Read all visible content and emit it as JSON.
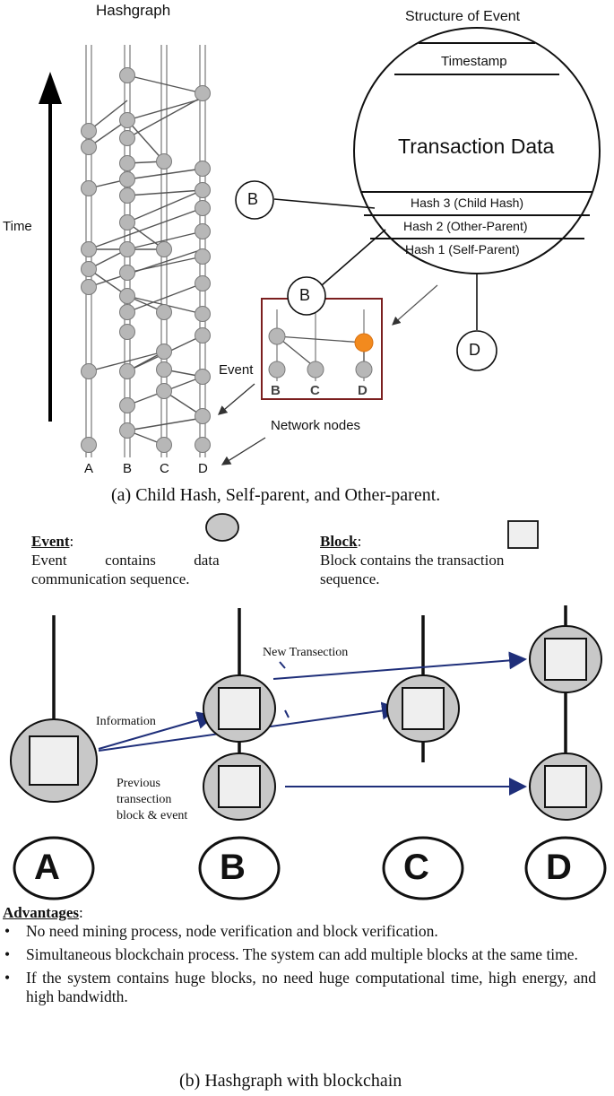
{
  "part_a": {
    "hashgraph_title": "Hashgraph",
    "time_label": "Time",
    "node_labels": [
      "A",
      "B",
      "C",
      "D"
    ],
    "event_label": "Event",
    "network_nodes_label": "Network nodes",
    "inset_labels": [
      "B",
      "C",
      "D"
    ],
    "structure_title": "Structure of Event",
    "fields": {
      "timestamp": "Timestamp",
      "transaction_data": "Transaction Data",
      "hash3": "Hash 3 (Child Hash)",
      "hash2": "Hash  2 (Other-Parent)",
      "hash1": "Hash  1 (Self-Parent)"
    },
    "callouts": [
      "B",
      "B",
      "D"
    ],
    "caption": "(a)    Child Hash, Self-parent, and Other-parent.",
    "accent_color": "#f28a1e"
  },
  "part_b": {
    "event_legend": {
      "title": "Event",
      "colon": ":",
      "text_line1": "Event          contains          data",
      "text_line2": "communication sequence."
    },
    "block_legend": {
      "title": "Block",
      "colon": ":",
      "text_line1": "Block contains the transaction",
      "text_line2": "sequence."
    },
    "labels": {
      "new_transaction": "New Transection",
      "information": "Information",
      "previous_line1": "Previous",
      "previous_line2": "transection",
      "previous_line3": "block & event"
    },
    "node_labels": [
      "A",
      "B",
      "C",
      "D"
    ],
    "advantages_title": "Advantages",
    "advantages_colon": ":",
    "advantages": [
      "No need mining process, node verification and block verification.",
      "Simultaneous blockchain process. The system can add multiple blocks at the same time.",
      "If the system contains huge blocks, no need huge computational time, high energy, and high bandwidth."
    ],
    "bullet": "•",
    "caption": "(b)    Hashgraph with blockchain",
    "arrow_color": "#1f2f7a",
    "event_fill": "#c8c8c8",
    "block_fill": "#efefef"
  }
}
